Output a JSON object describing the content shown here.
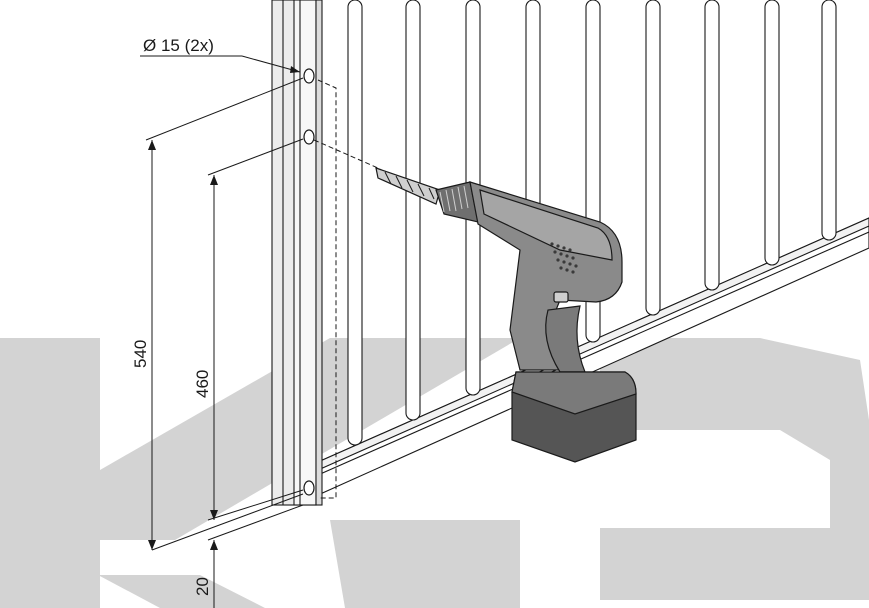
{
  "callout": {
    "hole_label": "Ø 15 (2x)"
  },
  "dimensions": {
    "upper_hole_height": "540",
    "lower_hole_height": "460",
    "bottom_offset": "20"
  },
  "colors": {
    "line": "#1a1a1a",
    "watermark": "#d3d3d3",
    "drill_body": "#8a8a8a",
    "drill_dark": "#555555",
    "post": "#e8e8e8"
  },
  "icons": {
    "tool": "drill-icon",
    "watermark": "kb-logo-watermark"
  }
}
